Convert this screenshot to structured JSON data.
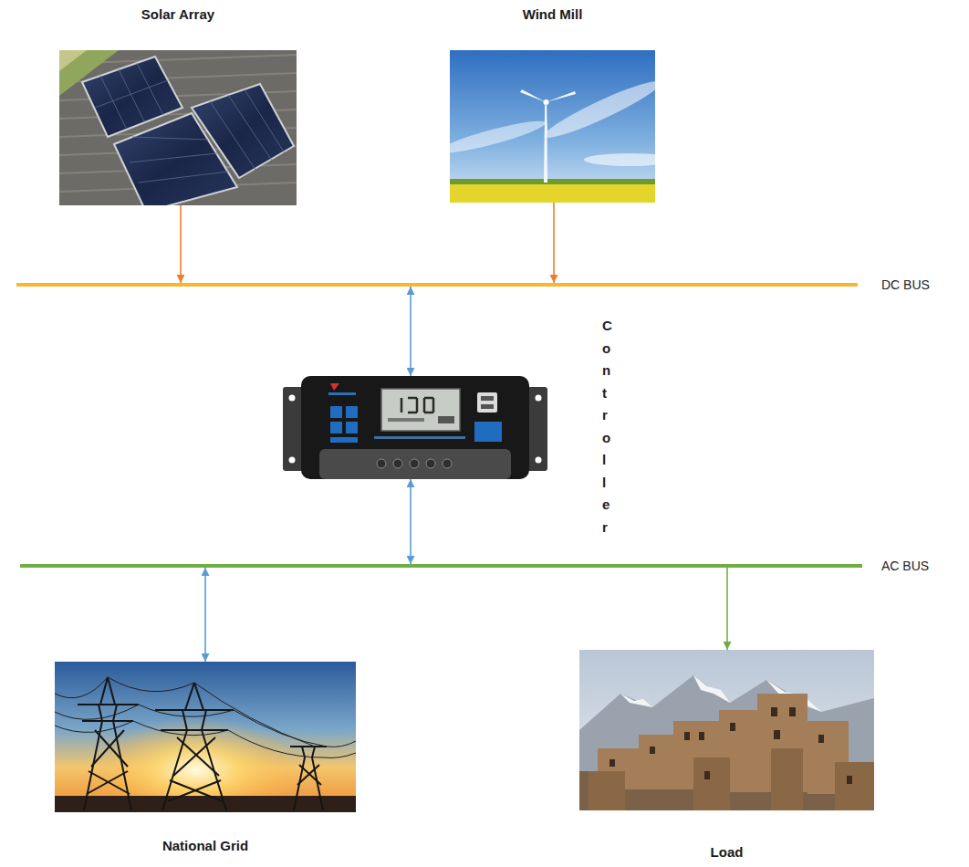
{
  "diagram": {
    "nodes": [
      {
        "text": [
          "Solar Array"
        ]
      },
      {
        "text": [
          "Wind Mill"
        ]
      },
      {
        "text": [
          "DC BUS"
        ]
      },
      {
        "text": [
          "Controller"
        ]
      },
      {
        "text": [
          "AC BUS"
        ]
      },
      {
        "text": [
          "National Grid"
        ]
      },
      {
        "text": [
          "Load"
        ]
      }
    ],
    "edges": [
      {
        "from": 0,
        "to": 2,
        "arrow": "to"
      },
      {
        "from": 1,
        "to": 2,
        "arrow": "to"
      },
      {
        "from": 2,
        "to": 3,
        "arrow": "both"
      },
      {
        "from": 3,
        "to": 4,
        "arrow": "both"
      },
      {
        "from": 4,
        "to": 5,
        "arrow": "both"
      },
      {
        "from": 4,
        "to": 6,
        "arrow": "to"
      }
    ]
  }
}
